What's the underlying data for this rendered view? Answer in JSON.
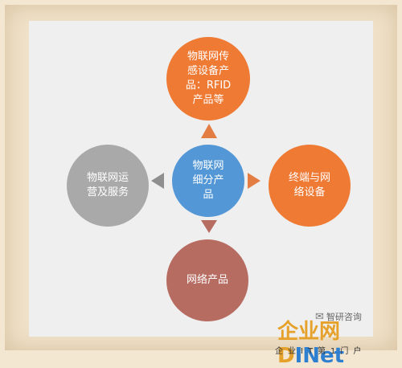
{
  "diagram": {
    "center": "物联网\n细分产\n品",
    "top": "物联网传\n感设备产\n品：RFID\n产品等",
    "left": "物联网运\n营及服务",
    "right": "终端与网\n络设备",
    "bottom": "网络产品"
  },
  "watermark": {
    "wechat_label": "智研咨询",
    "logo_zh": "企业网",
    "logo_d": "D",
    "logo_i": "I",
    "logo_net": "Net",
    "slogan": "企业IT第1门户"
  },
  "colors": {
    "orange": "#ee7a34",
    "blue": "#5397d6",
    "gray": "#a9a9a9",
    "rose": "#b76c62"
  }
}
